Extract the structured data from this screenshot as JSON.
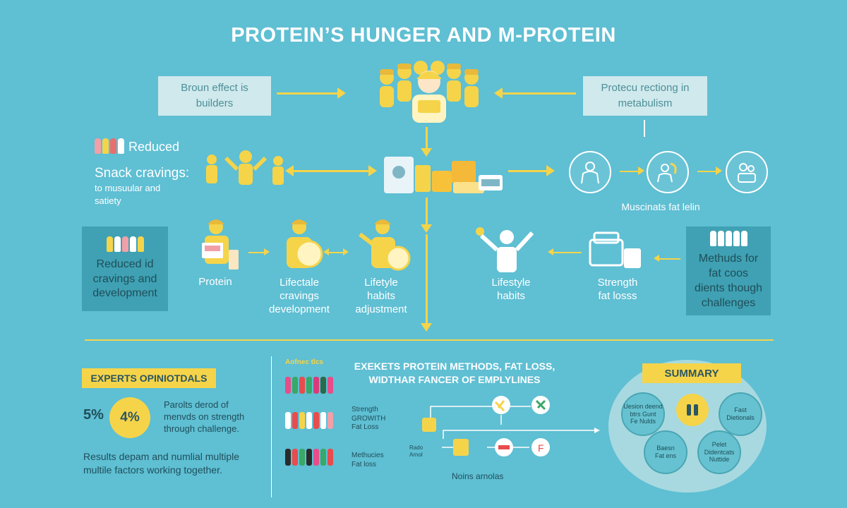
{
  "title": "PROTEIN’S HUNGER AND M-PROTEIN",
  "top": {
    "left_box": "Broun effect is\nbuilders",
    "right_box": "Protecu rectiong in\nmetabulism"
  },
  "row2": {
    "reduced": "Reduced",
    "snack": "Snack cravings:",
    "snack_sub": "to musuular and\nsatiety",
    "right_label": "Muscinats fat lelin"
  },
  "row3": {
    "left_box": "Reduced id\ncravings and\ndevelopment",
    "protein": "Protein",
    "lifestyle_cravings": "Lifectale\ncravings\ndevelopment",
    "lifestyle_habits_adj": "Lifetyle\nhabits\nadjustment",
    "lifestyle_habits": "Lifestyle\nhabits",
    "strength": "Strength\nfat losss",
    "right_box": "Methuds for\nfat coos\ndients though\nchallenges"
  },
  "bottom_left": {
    "badge": "EXPERTS OPINIOTDALS",
    "stat1": "5%",
    "stat2": "4%",
    "stat_text": "Parolts derod of\nmenvds on strength\nthrough challenge.",
    "results": "Results depam and numlial multiple\nmultile factors working together."
  },
  "bottom_mid": {
    "col_title": "Aofnec tlcs",
    "heading": "EXEKETS PROTEIN METHODS, FAT LOSS,\nWIDTHAR FANCER OF EMPLYLINES",
    "label1": "Strength\nGROWITH\nFat Loss",
    "label2": "Methucies\nFat loss",
    "axis_label": "Rado\nArnol",
    "foot": "Noins arnolas"
  },
  "summary": {
    "badge": "SUMMARY",
    "n1": "Uesion deend\nbtrs Gunt\nFe Nulds",
    "n2": "Fast\nDietionals",
    "n3": "Baesn\nFat ens",
    "n4": "Pelet\nDidentcats\nNuttide"
  },
  "colors": {
    "background": "#5fbfd3",
    "accent": "#f5d44a",
    "box": "#cfe9ec",
    "darkbox": "#3fa1b3"
  },
  "icons": [
    "workers-icon",
    "food-icon",
    "person-icon",
    "strength-icon",
    "people-icon",
    "chart-icon"
  ]
}
